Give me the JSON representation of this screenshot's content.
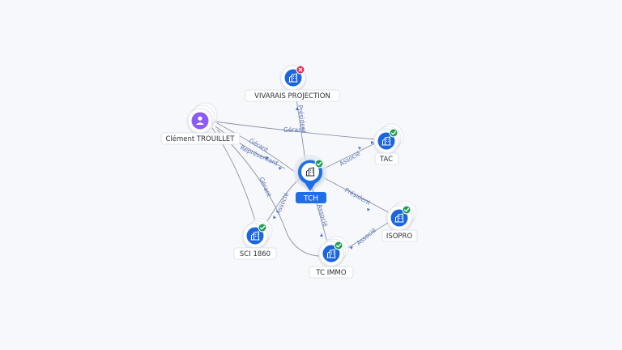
{
  "nodes": {
    "vivarais": {
      "label": "VIVARAIS PROJECTION",
      "status": "closed"
    },
    "clement": {
      "label": "Clément TROUILLET",
      "kind": "person"
    },
    "tac": {
      "label": "TAC",
      "status": "active"
    },
    "tch": {
      "label": "TCH",
      "status": "active",
      "center": true
    },
    "isopro": {
      "label": "ISOPRO",
      "status": "active"
    },
    "sci": {
      "label": "SCI 1860",
      "status": "active"
    },
    "tcimmo": {
      "label": "TC IMMO",
      "status": "active"
    }
  },
  "edges": {
    "president_vivarais": "Président",
    "gerant_tac": "Gérant",
    "gerant_tch": "Gérant",
    "representant": "Représentant",
    "gerant_sci": "Gérant",
    "associe_tac": "Associé",
    "associe_sci": "Associé",
    "president_isopro": "Président",
    "associe_tcimmo": "Associé",
    "associe_isopro": "Associé"
  },
  "colors": {
    "company": "#1a66e0",
    "person": "#8b5cf6",
    "active_badge": "#1f9d55",
    "closed_badge": "#e0244d",
    "center_label": "#1f6fe5"
  },
  "icons": {
    "company": "building-icon",
    "person": "user-icon",
    "active": "check-badge-icon",
    "closed": "close-badge-icon"
  }
}
